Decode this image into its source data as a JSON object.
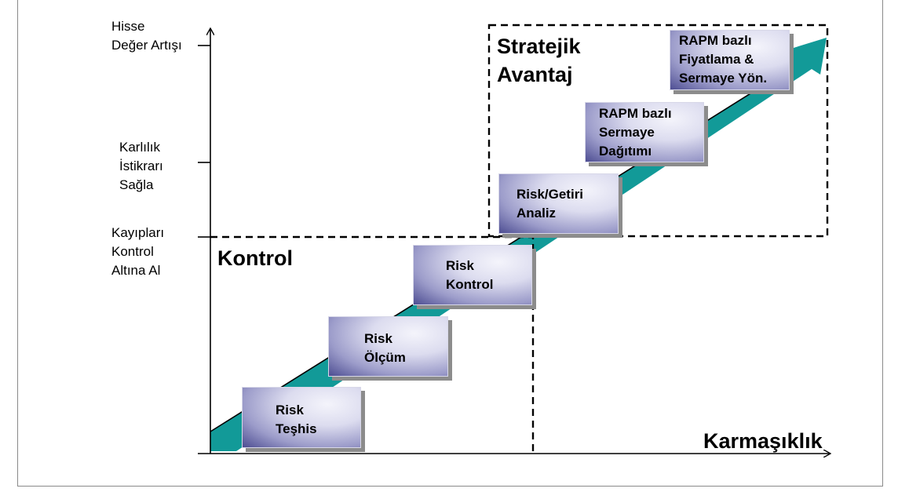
{
  "y_axis": {
    "labels": {
      "top": "Hisse\nDeğer Artışı",
      "middle": "Karlılık\nİstikrarı\nSağla",
      "bottom": "Kayıpları\nKontrol\nAltına Al"
    }
  },
  "x_axis": {
    "label": "Karmaşıklık"
  },
  "zones": {
    "strategic": "Stratejik\nAvantaj",
    "control": "Kontrol"
  },
  "steps": [
    {
      "label": "Risk\nTeşhis"
    },
    {
      "label": "Risk\nÖlçüm"
    },
    {
      "label": "Risk\nKontrol"
    },
    {
      "label": "Risk/Getiri\nAnaliz"
    },
    {
      "label": "RAPM bazlı\nSermaye\nDağıtımı"
    },
    {
      "label": "RAPM bazlı\nFiyatlama &\nSermaye Yön."
    }
  ],
  "colors": {
    "arrow_fill": "#129a98",
    "arrow_edge": "#000000",
    "box_dark": "#4d4d92",
    "box_light": "#f4f4fb"
  }
}
